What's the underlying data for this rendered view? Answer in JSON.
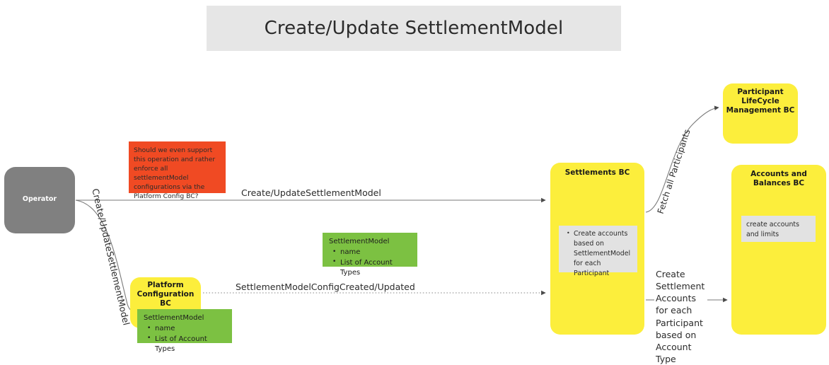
{
  "diagram": {
    "title": "Create/Update SettlementModel",
    "background_color": "#ffffff",
    "title_banner_color": "#e6e6e6"
  },
  "palette": {
    "actor_gray": "#808080",
    "bc_yellow": "#fcee3c",
    "model_green": "#7cc142",
    "note_red": "#f04a23",
    "inner_note_gray": "#e2e2e2",
    "edge_gray": "#5a5a5a"
  },
  "nodes": {
    "operator": {
      "label": "Operator",
      "type": "actor"
    },
    "red_note": {
      "text": "Should we even support this operation and rather enforce all settlementModel configurations via the Platform Config BC?"
    },
    "platform_config_bc": {
      "title": "Platform Configuration BC"
    },
    "settlements_bc": {
      "title": "Settlements BC",
      "note": {
        "items": [
          "Create accounts based on SettlementModel for each Participant"
        ]
      }
    },
    "participant_lifecycle_bc": {
      "title": "Participant LifeCycle Management BC"
    },
    "accounts_balances_bc": {
      "title": "Accounts and Balances BC",
      "note": {
        "text": "create accounts and limits"
      }
    }
  },
  "models": {
    "standalone": {
      "title": "SettlementModel",
      "fields": [
        "name",
        "List of Account Types"
      ]
    },
    "platform_config": {
      "title": "SettlementModel",
      "fields": [
        "name",
        "List of Account Types"
      ]
    }
  },
  "edges": {
    "operator_to_settlements": {
      "label": "Create/UpdateSettlementModel",
      "style": "solid"
    },
    "operator_to_platform_config": {
      "label": "Create/UpdateSettlementModel",
      "style": "solid-curved"
    },
    "platform_config_to_settlements": {
      "label": "SettlementModelConfigCreated/Updated",
      "style": "dotted"
    },
    "settlements_to_participant_lifecycle": {
      "label": "Fetch all Participants",
      "style": "solid-curved"
    },
    "settlements_to_accounts": {
      "label": "Create Settlement Accounts for each Participant based on Account Type",
      "style": "solid"
    }
  }
}
